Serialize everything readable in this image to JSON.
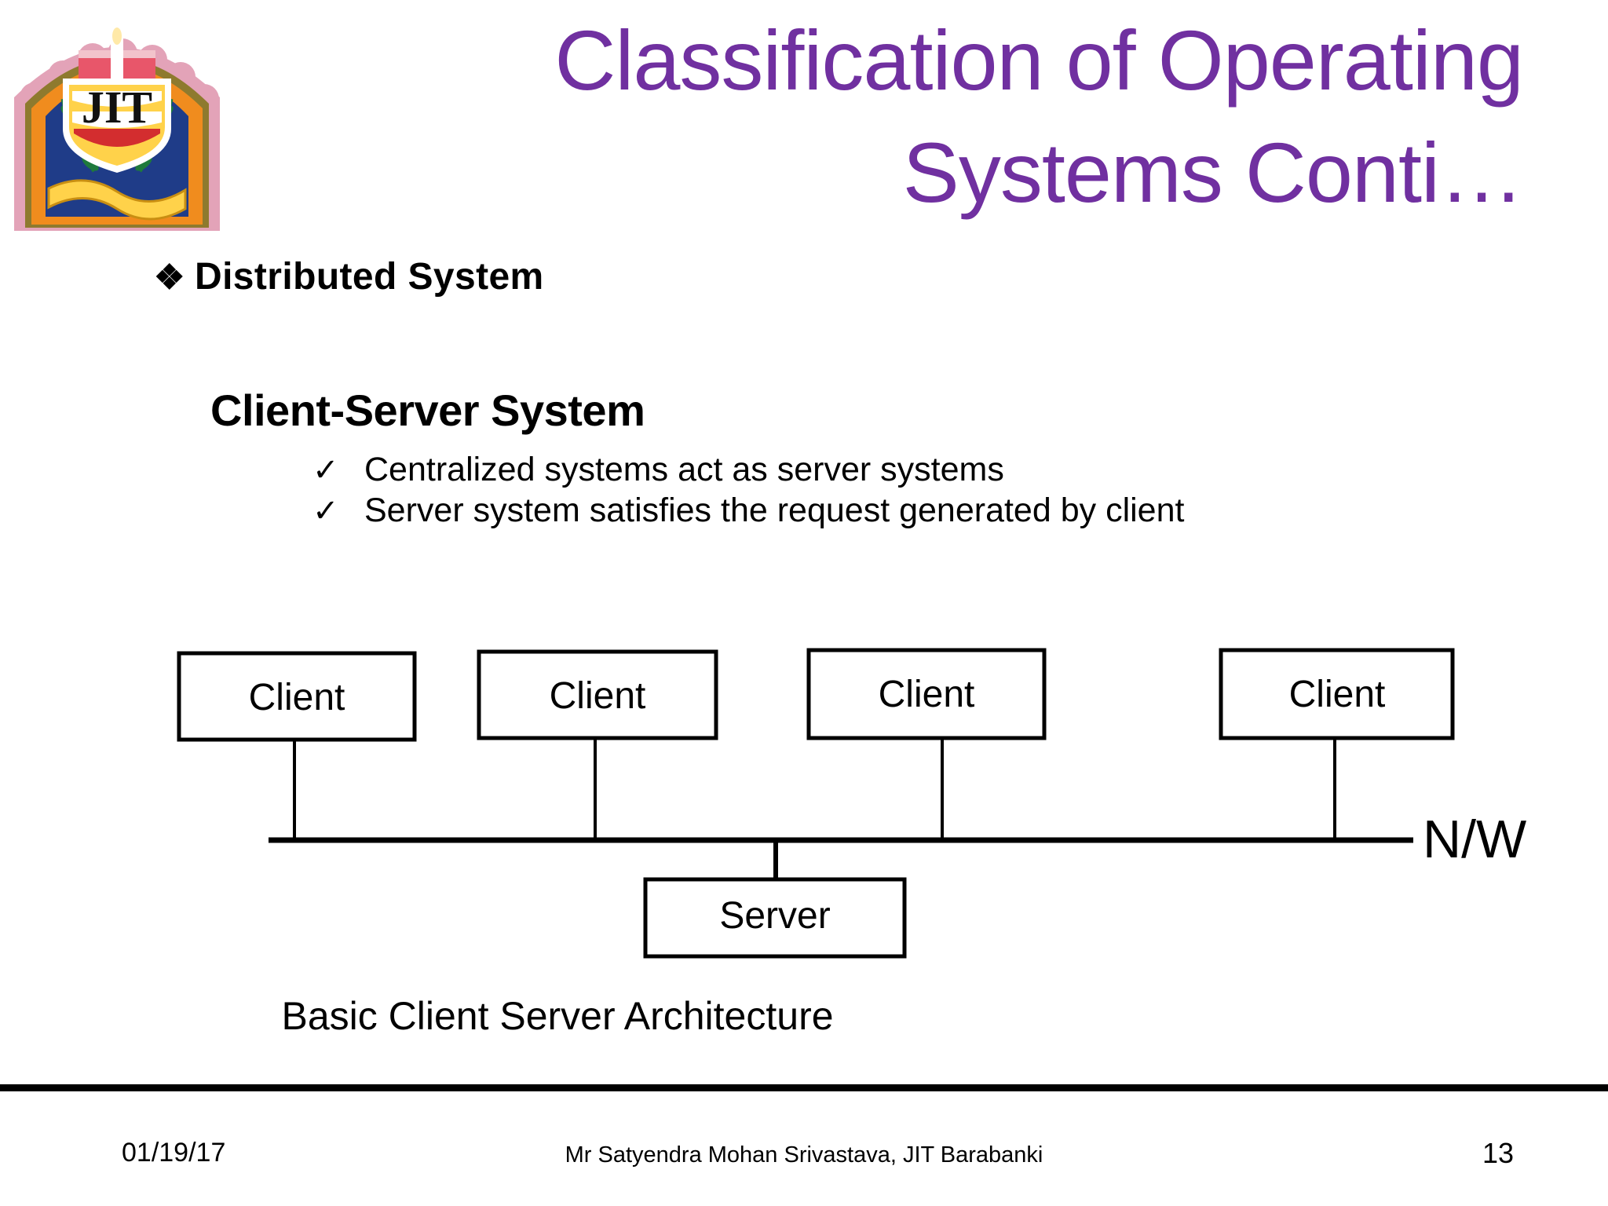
{
  "slide": {
    "background_color": "#FFFFFF",
    "title_color": "#7030A0",
    "body_color": "#000000"
  },
  "logo": {
    "alt": "JIT college crest logo",
    "monogram": "JIT",
    "colors": {
      "arch_pink": "#E3A3B8",
      "arch_orange": "#F08C1E",
      "field_blue": "#1F3C88",
      "shield_gold": "#FFD24A",
      "book_red": "#E8566A",
      "leaf_green": "#1E7A3C"
    }
  },
  "title": {
    "line1": "Classification of Operating",
    "line2": "Systems Conti…"
  },
  "body": {
    "diamond_bullet_glyph": "❖",
    "check_bullet_glyph": "✓",
    "distributed_system": "Distributed System",
    "client_server_heading": "Client-Server System",
    "checks": [
      "Centralized systems act as server systems",
      "Server system satisfies the request generated by client"
    ]
  },
  "diagram": {
    "caption": "Basic Client Server Architecture",
    "network_label": "N/W",
    "client_boxes": [
      {
        "label": "Client"
      },
      {
        "label": "Client"
      },
      {
        "label": "Client"
      },
      {
        "label": "Client"
      }
    ],
    "server_box": {
      "label": "Server"
    }
  },
  "footer": {
    "date": "01/19/17",
    "center": "Mr Satyendra Mohan Srivastava, JIT Barabanki",
    "page_number": "13"
  }
}
